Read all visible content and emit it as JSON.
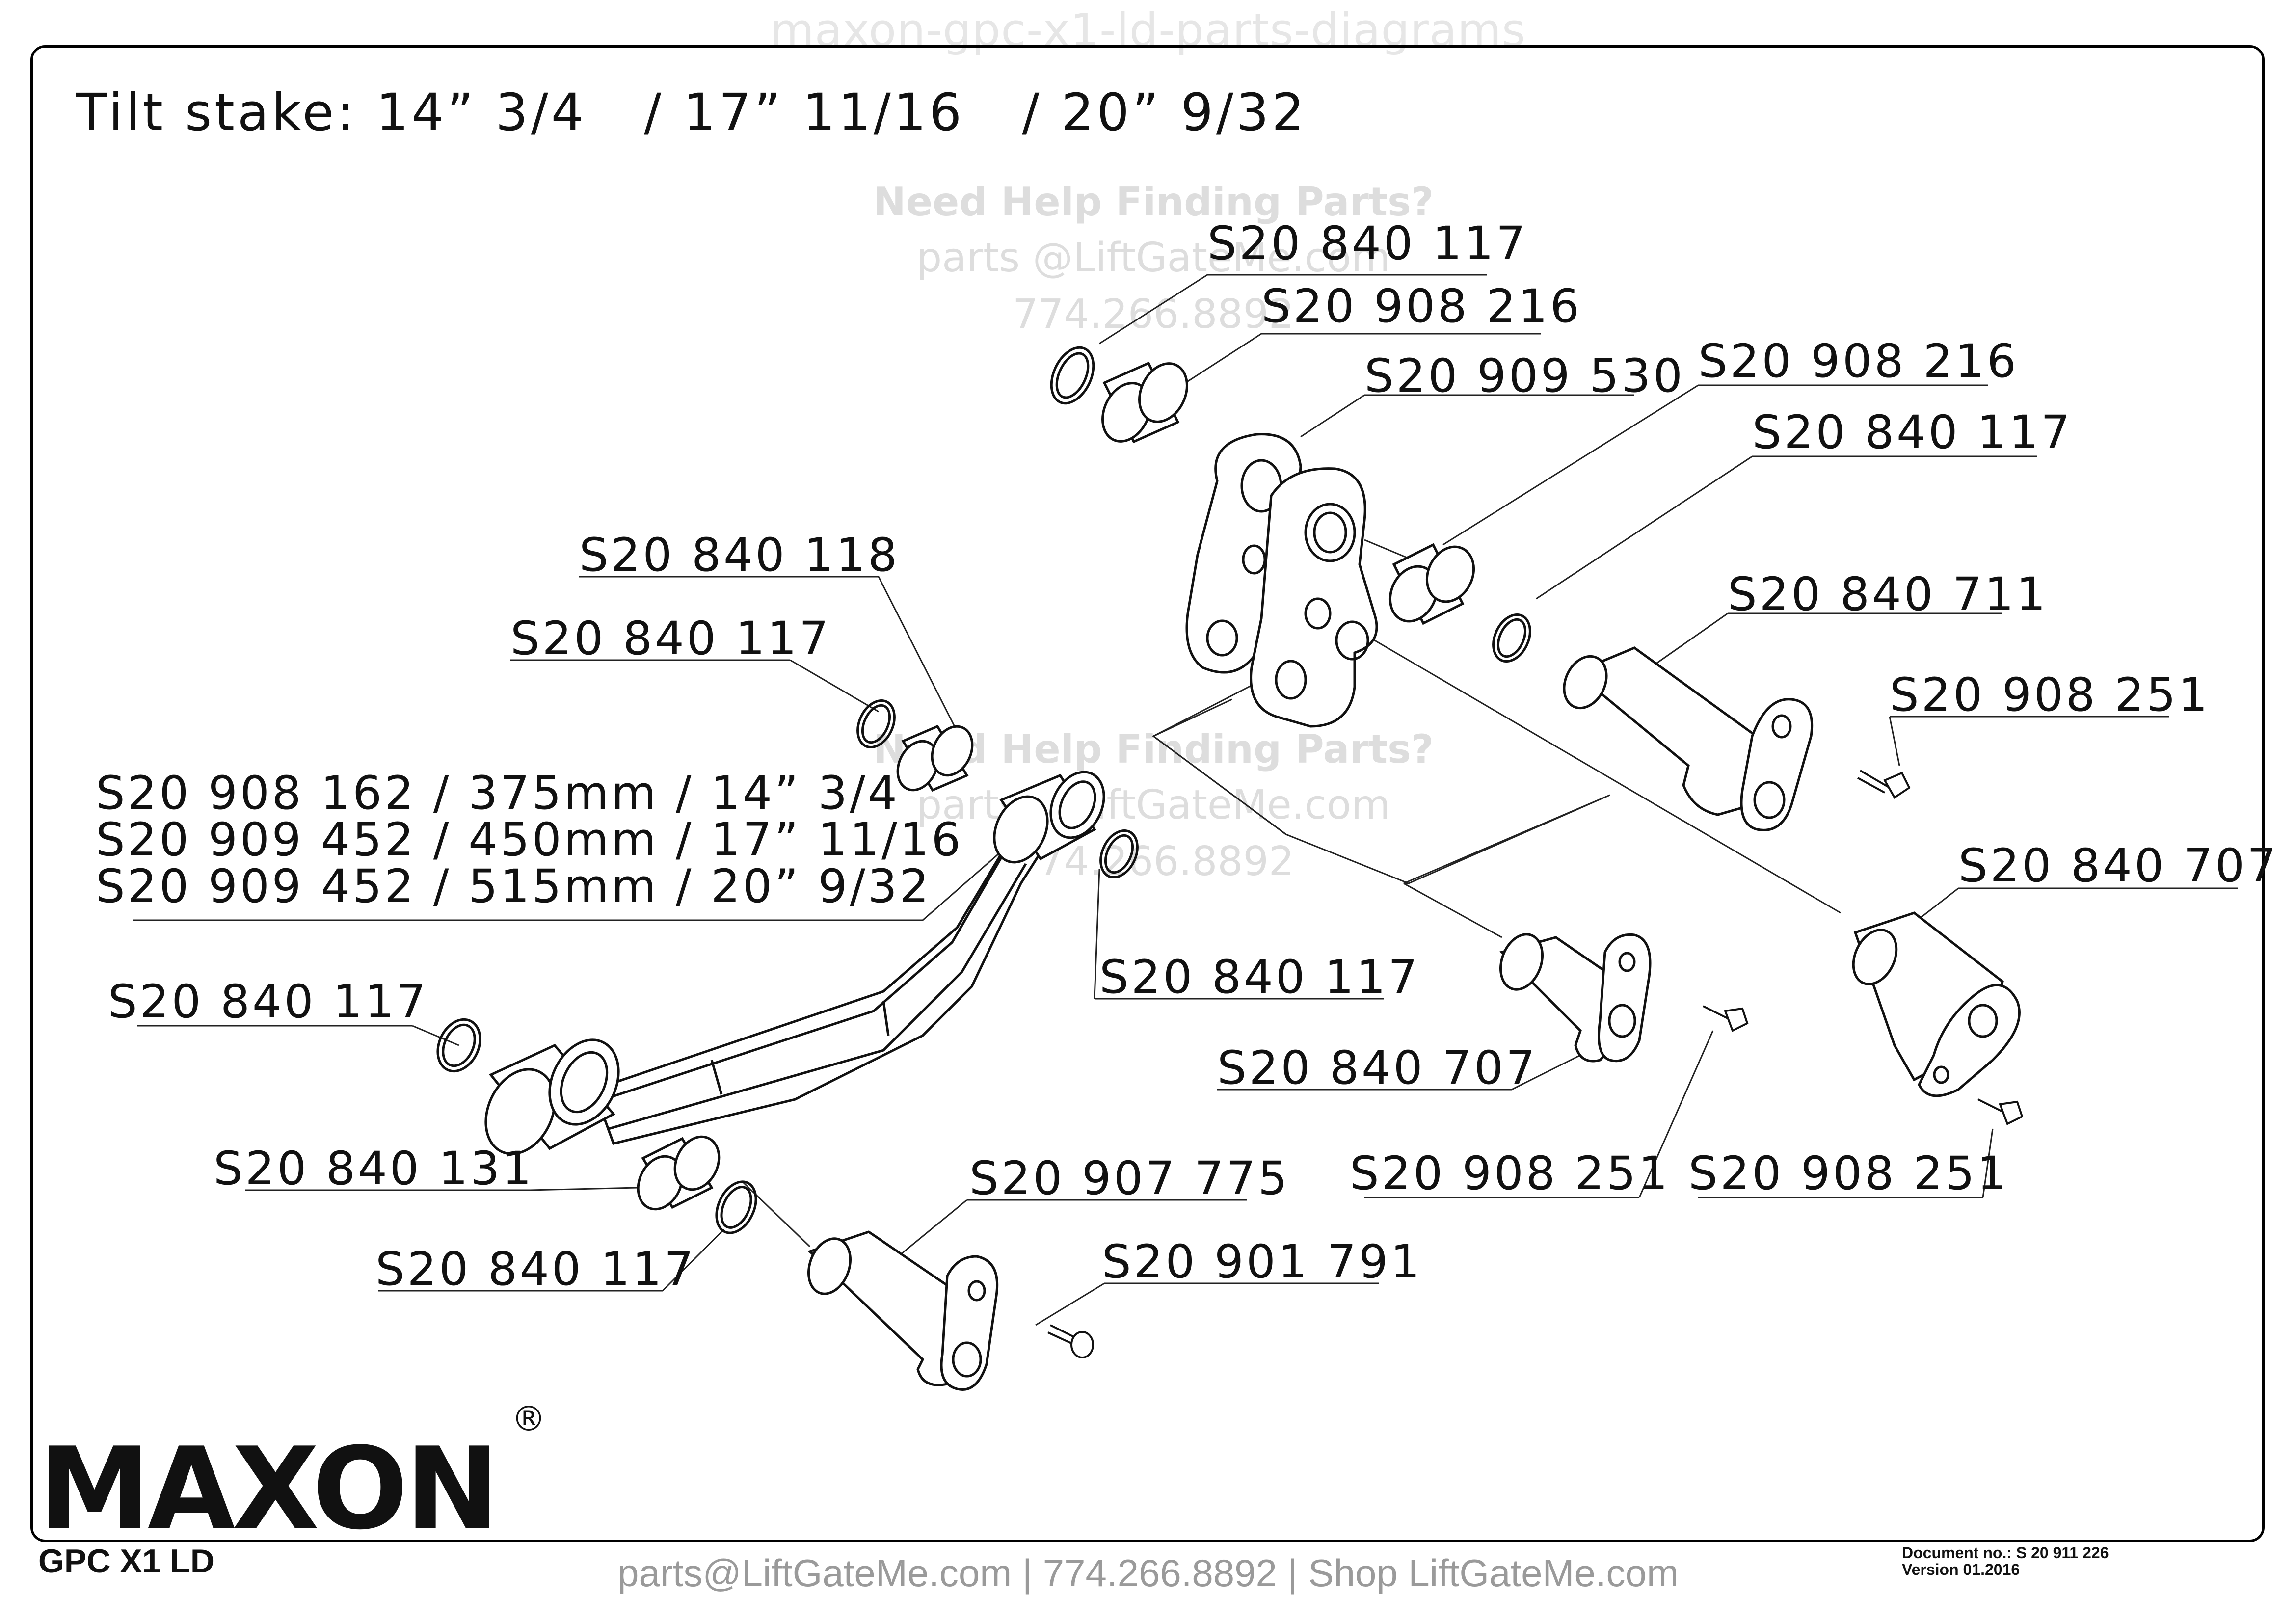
{
  "watermark_top": "maxon-gpc-x1-ld-parts-diagrams",
  "title": "Tilt stake: 14” 3/4   / 17” 11/16   / 20” 9/32",
  "help_watermark": {
    "heading": "Need Help Finding Parts?",
    "email": "parts @LiftGateMe.com",
    "phone": "774.266.8892"
  },
  "part_labels": {
    "p1": "S20 840 117",
    "p2": "S20 908 216",
    "p3": "S20 909 530",
    "p4": "S20 908 216",
    "p5": "S20 840 117",
    "p6": "S20 840 711",
    "p7": "S20 908 251",
    "p8": "S20 840 118",
    "p9": "S20 840 117",
    "p10a": "S20 908 162 / 375mm / 14” 3/4",
    "p10b": "S20 909 452 / 450mm / 17” 11/16",
    "p10c": "S20 909 452 / 515mm / 20” 9/32",
    "p11": "S20 840 707",
    "p12": "S20 840 117",
    "p13": "S20 840 707",
    "p14": "S20 840 117",
    "p15": "S20 840 131",
    "p16": "S20 907 775",
    "p17": "S20 908 251",
    "p18": "S20 908 251",
    "p19": "S20 840 117",
    "p20": "S20 901 791"
  },
  "brand": {
    "logo": "MAXON",
    "registered": "®",
    "model": "GPC X1 LD"
  },
  "footer": "parts@LiftGateMe.com | 774.266.8892 | Shop LiftGateMe.com",
  "document": {
    "number": "Document no.:  S 20 911 226",
    "version": "Version  01.2016"
  }
}
